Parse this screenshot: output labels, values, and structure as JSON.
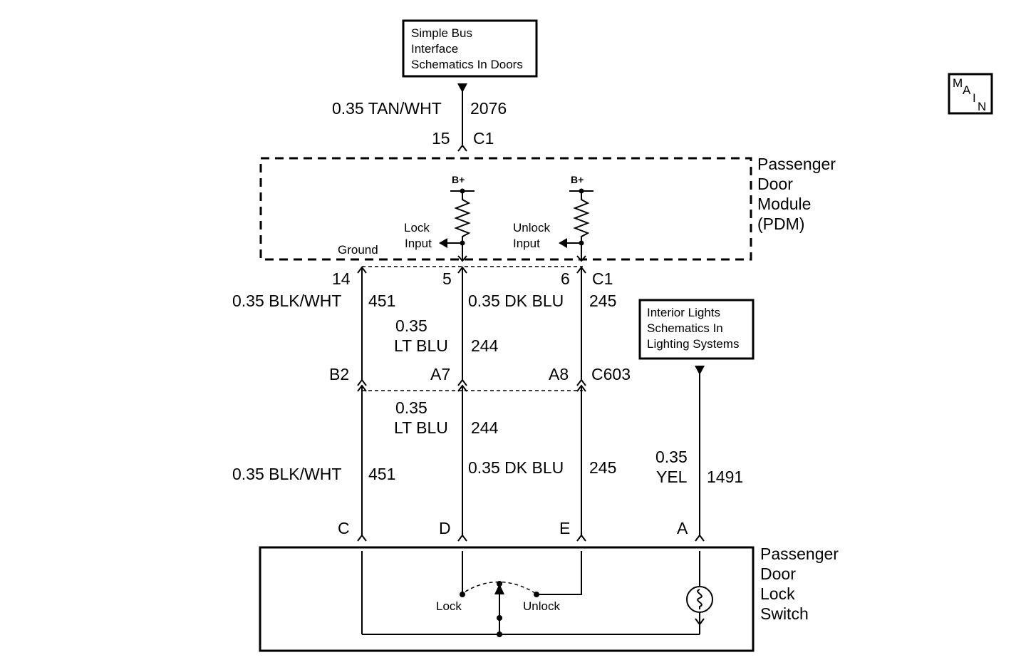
{
  "refs": {
    "top_box": [
      "Simple Bus",
      "Interface",
      "Schematics In Doors"
    ],
    "right_box": [
      "Interior Lights",
      "Schematics In",
      "Lighting Systems"
    ]
  },
  "main_button": {
    "letters": [
      "M",
      "A",
      "I",
      "N"
    ]
  },
  "pdm": {
    "label": [
      "Passenger",
      "Door",
      "Module",
      "(PDM)"
    ],
    "bplus": "B+",
    "lock_input": [
      "Lock",
      "Input"
    ],
    "unlock_input": [
      "Unlock",
      "Input"
    ],
    "ground": "Ground"
  },
  "switch": {
    "label": [
      "Passenger",
      "Door",
      "Lock",
      "Switch"
    ],
    "lock": "Lock",
    "unlock": "Unlock"
  },
  "top_wire": {
    "gauge_color": "0.35 TAN/WHT",
    "circuit": "2076",
    "pin": "15",
    "connector": "C1"
  },
  "c1_pins": {
    "p14": "14",
    "p5": "5",
    "p6": "6",
    "connector": "C1"
  },
  "upper_wires": {
    "blk_gauge": "0.35 BLK/WHT",
    "blk_circuit": "451",
    "lt_gauge": "0.35",
    "lt_color": "LT BLU",
    "lt_circuit": "244",
    "dk_gauge": "0.35 DK BLU",
    "dk_circuit": "245"
  },
  "c603": {
    "b2": "B2",
    "a7": "A7",
    "a8": "A8",
    "connector": "C603"
  },
  "lower_wires": {
    "lt_gauge": "0.35",
    "lt_color": "LT BLU",
    "lt_circuit": "244",
    "blk_gauge": "0.35 BLK/WHT",
    "blk_circuit": "451",
    "dk_gauge": "0.35 DK BLU",
    "dk_circuit": "245",
    "yel_gauge": "0.35",
    "yel_color": "YEL",
    "yel_circuit": "1491"
  },
  "switch_pins": {
    "c": "C",
    "d": "D",
    "e": "E",
    "a": "A"
  }
}
